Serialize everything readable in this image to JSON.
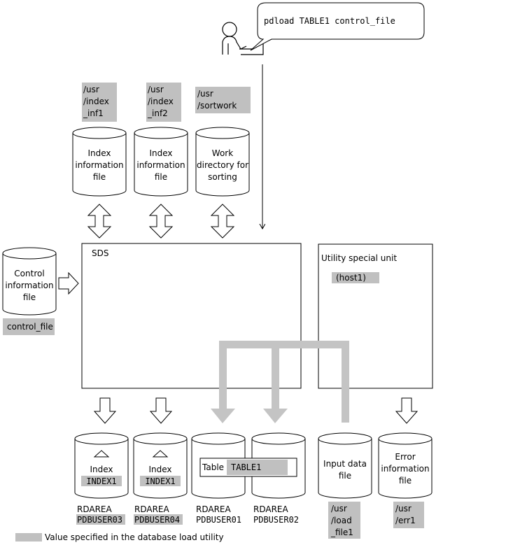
{
  "command": "pdload TABLE1 control_file",
  "paths": {
    "index_inf1": [
      "/usr",
      "/index",
      "_inf1"
    ],
    "index_inf2": [
      "/usr",
      "/index",
      "_inf2"
    ],
    "sortwork": [
      "/usr",
      "/sortwork"
    ],
    "load_file": [
      "/usr",
      "/load",
      "_file1"
    ],
    "err": [
      "/usr",
      "/err1"
    ]
  },
  "files": {
    "index_info_1": [
      "Index",
      "information",
      "file"
    ],
    "index_info_2": [
      "Index",
      "information",
      "file"
    ],
    "work_dir": [
      "Work",
      "directory for",
      "sorting"
    ],
    "control_info": [
      "Control",
      "information",
      "file"
    ],
    "input_data": [
      "Input data",
      "file"
    ],
    "error_info": [
      "Error",
      "information",
      "file"
    ]
  },
  "control_file": "control_file",
  "sds_label": "SDS",
  "unit": {
    "label": "Utility special unit",
    "host": "(host1)"
  },
  "rdareas": [
    {
      "index_label": "Index",
      "index_name": "INDEX1",
      "rd_label": "RDAREA",
      "rd_name": "PDBUSER03",
      "rd_shaded": true
    },
    {
      "index_label": "Index",
      "index_name": "INDEX1",
      "rd_label": "RDAREA",
      "rd_name": "PDBUSER04",
      "rd_shaded": true
    },
    {
      "table_label": "Table",
      "table_name": "TABLE1",
      "rd_label": "RDAREA",
      "rd_name": "PDBUSER01",
      "rd_shaded": false
    },
    {
      "rd_label": "RDAREA",
      "rd_name": "PDBUSER02",
      "rd_shaded": false
    }
  ],
  "legend": "Value specified in the database load utility",
  "colors": {
    "shade": "#c0c0c0",
    "line": "#000000",
    "flow": "#c4c4c4"
  }
}
